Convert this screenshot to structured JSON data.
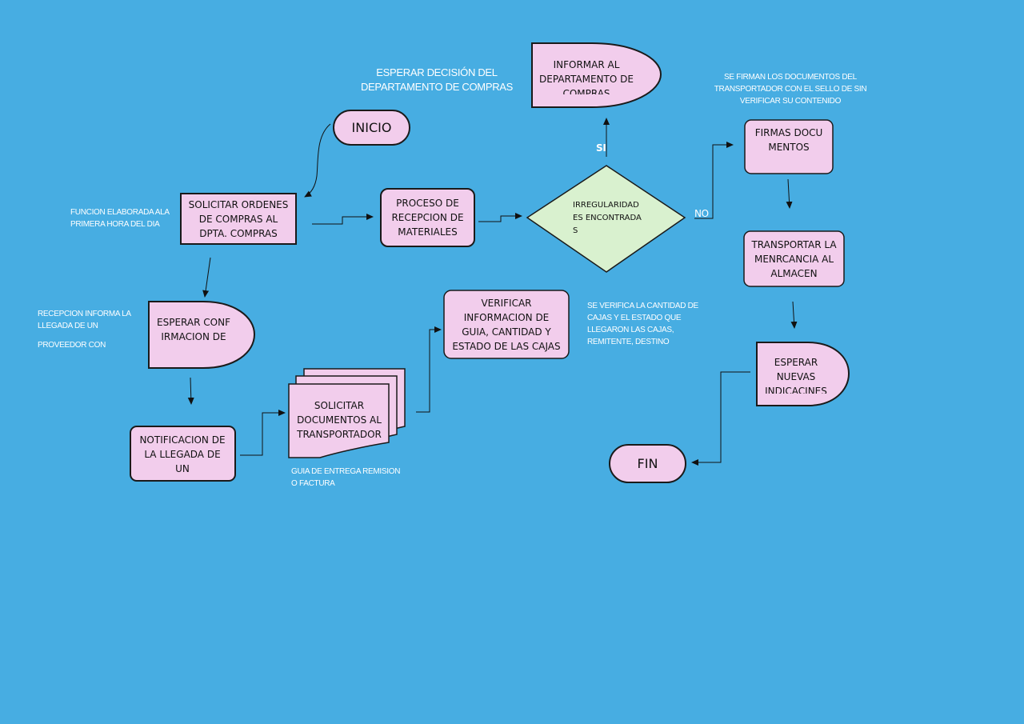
{
  "colors": {
    "background": "#47ade2",
    "process_fill": "#f2cdec",
    "decision_fill": "#d9f1cf",
    "stroke": "#1a1a1a",
    "annotation_text": "#ffffff"
  },
  "nodes": {
    "inicio": "INICIO",
    "solicitar_ordenes": "SOLICITAR ORDENES DE COMPRAS AL DPTA. COMPRAS",
    "proceso_recepcion": "PROCESO DE RECEPCION DE MATERIALES",
    "irregularidades": "IRREGULARIDADES ENCONTRADAS",
    "informar": "INFORMAR AL DEPARTAMENTO DE COMPRAS",
    "firmas": "FIRMAS DOCUMENTOS",
    "transportar": "TRANSPORTAR LA MENRCANCIA AL ALMACEN",
    "esperar_confirmacion": "ESPERAR CONFIRMACION DE",
    "notificacion": "NOTIFICACION DE LA LLEGADA DE UN",
    "solicitar_documentos": "SOLICITAR DOCUMENTOS AL TRANSPORTADOR",
    "verificar": "VERIFICAR INFORMACION DE GUIA, CANTIDAD Y ESTADO DE LAS CAJAS",
    "esperar_indicaciones": "ESPERAR NUEVAS INDICACINES",
    "fin": "FIN"
  },
  "labels": {
    "si": "SI",
    "no": "NO"
  },
  "annotations": {
    "esperar_decision": "ESPERAR DECISIÓN DEL DEPARTAMENTO DE COMPRAS",
    "se_firman": "SE FIRMAN LOS DOCUMENTOS DEL TRANSPORTADOR CON EL SELLO DE SIN VERIFICAR SU CONTENIDO",
    "funcion_elaborada": "FUNCION ELABORADA ALA PRIMERA HORA DEL DIA",
    "recepcion_informa": "RECEPCION INFORMA LA LLEGADA DE UN",
    "proveedor_con": "PROVEEDOR CON",
    "se_verifica": "SE VERIFICA LA CANTIDAD DE CAJAS Y EL ESTADO QUE LLEGARON LAS CAJAS, REMITENTE, DESTINO",
    "guia_entrega": "GUIA DE ENTREGA REMISION O FACTURA"
  }
}
